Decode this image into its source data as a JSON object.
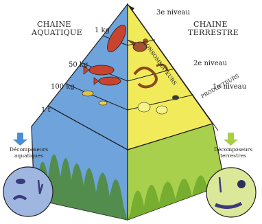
{
  "titles": {
    "aquatic_line1": "CHAINE",
    "aquatic_line2": "AQUATIQUE",
    "terrestrial_line1": "CHAINE",
    "terrestrial_line2": "TERRESTRE"
  },
  "levels": [
    "3e niveau",
    "2e niveau",
    "1e niveau"
  ],
  "masses": [
    "1 kg",
    "50 kg",
    "100 kg",
    "1 t"
  ],
  "arrows": {
    "consumers": "CONSOMMATEURS",
    "producers": "PRODUCTEURS"
  },
  "decomposers": {
    "aquatic_line1": "Décomposeurs",
    "aquatic_line2": "aquatiques",
    "terrestrial_line1": "Décomposeurs",
    "terrestrial_line2": "terrestres"
  },
  "colors": {
    "aquatic_face": "#6fa3dc",
    "aquatic_face_dark": "#3f78c2",
    "terrestrial_face": "#f1ea5a",
    "terrestrial_face_dark": "#d9cf2f",
    "aquatic_base": "#5e9a3c",
    "terrestrial_base": "#8fc23c",
    "fish": "#c8442f",
    "outline": "#1e1e1e",
    "blue_arrow": "#4a8fd6",
    "green_arrow": "#a9cf45"
  },
  "icons": [
    "eagle-icon",
    "fish-icon",
    "snake-icon",
    "insect-icon",
    "plant-icon",
    "worm-icon",
    "arrow-down-icon"
  ]
}
